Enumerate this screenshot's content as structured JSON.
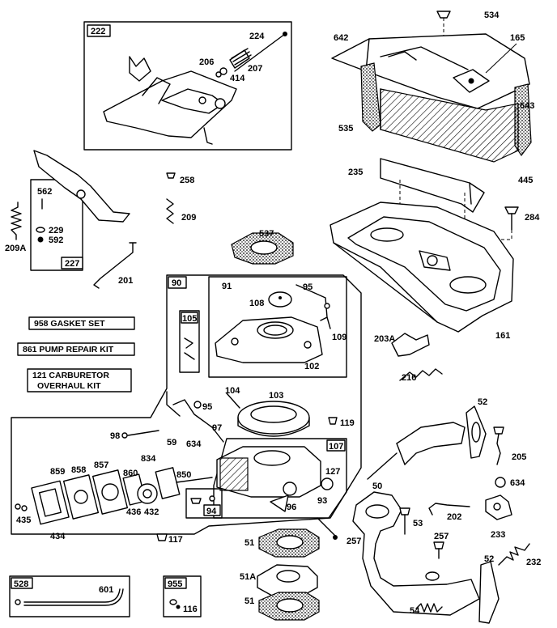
{
  "legend": {
    "gasket_set": "958 GASKET SET",
    "pump_repair_kit": "861 PUMP REPAIR KIT",
    "carb_kit_line1": "121 CARBURETOR",
    "carb_kit_line2": "OVERHAUL KIT"
  },
  "labels": {
    "p222": "222",
    "p224": "224",
    "p206": "206",
    "p207": "207",
    "p414": "414",
    "p534": "534",
    "p642": "642",
    "p165": "165",
    "p643": "643",
    "p535": "535",
    "p235": "235",
    "p445": "445",
    "p284": "284",
    "p161": "161",
    "p562": "562",
    "p229": "229",
    "p592": "592",
    "p227": "227",
    "p209a": "209A",
    "p201": "201",
    "p258": "258",
    "p209": "209",
    "p537": "537",
    "p90": "90",
    "p91": "91",
    "p95a": "95",
    "p108": "108",
    "p109": "109",
    "p105": "105",
    "p102": "102",
    "p203a": "203A",
    "p216": "216",
    "p104": "104",
    "p103": "103",
    "p95b": "95",
    "p119": "119",
    "p98": "98",
    "p59": "59",
    "p97": "97",
    "p634a": "634",
    "p107": "107",
    "p127": "127",
    "p93": "93",
    "p96": "96",
    "p257a": "257",
    "p859": "859",
    "p858": "858",
    "p857": "857",
    "p860": "860",
    "p834": "834",
    "p850": "850",
    "p435": "435",
    "p434": "434",
    "p432": "432",
    "p436": "436",
    "p94": "94",
    "p117": "117",
    "p52a": "52",
    "p205": "205",
    "p50": "50",
    "p634b": "634",
    "p53": "53",
    "p202": "202",
    "p257b": "257",
    "p233": "233",
    "p52b": "52",
    "p232": "232",
    "p54": "54",
    "p51a": "51",
    "p51b": "51A",
    "p51c": "51",
    "p528": "528",
    "p601": "601",
    "p955": "955",
    "p116": "116"
  }
}
